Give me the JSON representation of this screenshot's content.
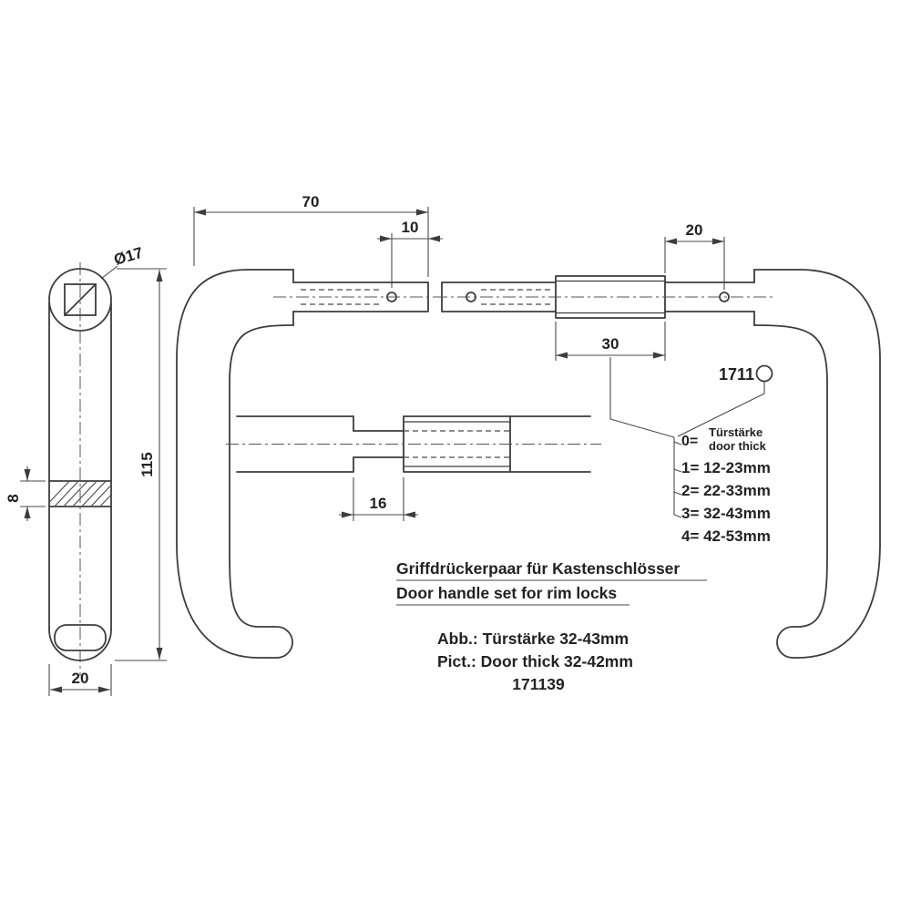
{
  "drawing": {
    "side_view": {
      "dim_diameter": "Ø17",
      "dim_band_height": "8",
      "dim_total_height": "115",
      "dim_bottom_width": "20"
    },
    "front_view": {
      "dim_handle_length": "70",
      "dim_hole_offset": "10",
      "dim_neck_end": "20",
      "dim_sleeve_length": "30",
      "dim_spindle_exposed": "16"
    },
    "legend": {
      "model_number": "1711",
      "heading_key": "0=",
      "heading_line1": "Türstärke",
      "heading_line2": "door thick",
      "entries": [
        "1= 12-23mm",
        "2= 22-33mm",
        "3= 32-43mm",
        "4= 42-53mm"
      ]
    },
    "captions": {
      "title_de": "Griffdrückerpaar für Kastenschlösser",
      "title_en": "Door handle set for rim locks",
      "variant_de": "Abb.: Türstärke 32-43mm",
      "variant_en": "Pict.: Door thick 32-42mm",
      "article_number": "171139"
    }
  }
}
